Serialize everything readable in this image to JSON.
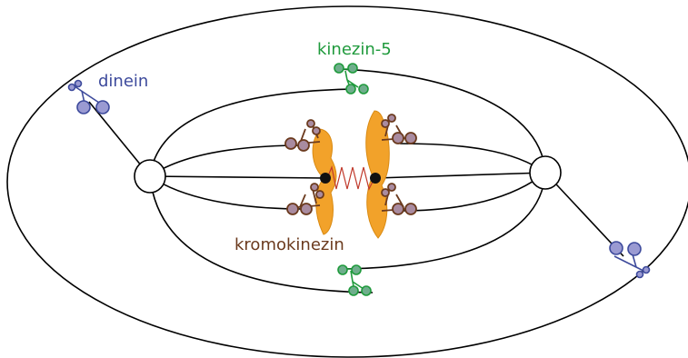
{
  "labels": {
    "dynein": "dinein",
    "kinesin5": "kinezin-5",
    "chromokinesin": "kromokinezin"
  },
  "colors": {
    "dynein": "#3d4a9c",
    "dynein_fill": "#9a9ad2",
    "kinesin5": "#1f9a3c",
    "kinesin5_fill": "#6fae8c",
    "chromokinesin": "#6b3a1e",
    "chromokinesin_fill": "#a98ba0",
    "chromosome": "#f2a22a",
    "chromosome_edge": "#d98a12",
    "cohesin_spring": "#c0392b",
    "line": "#000000"
  }
}
